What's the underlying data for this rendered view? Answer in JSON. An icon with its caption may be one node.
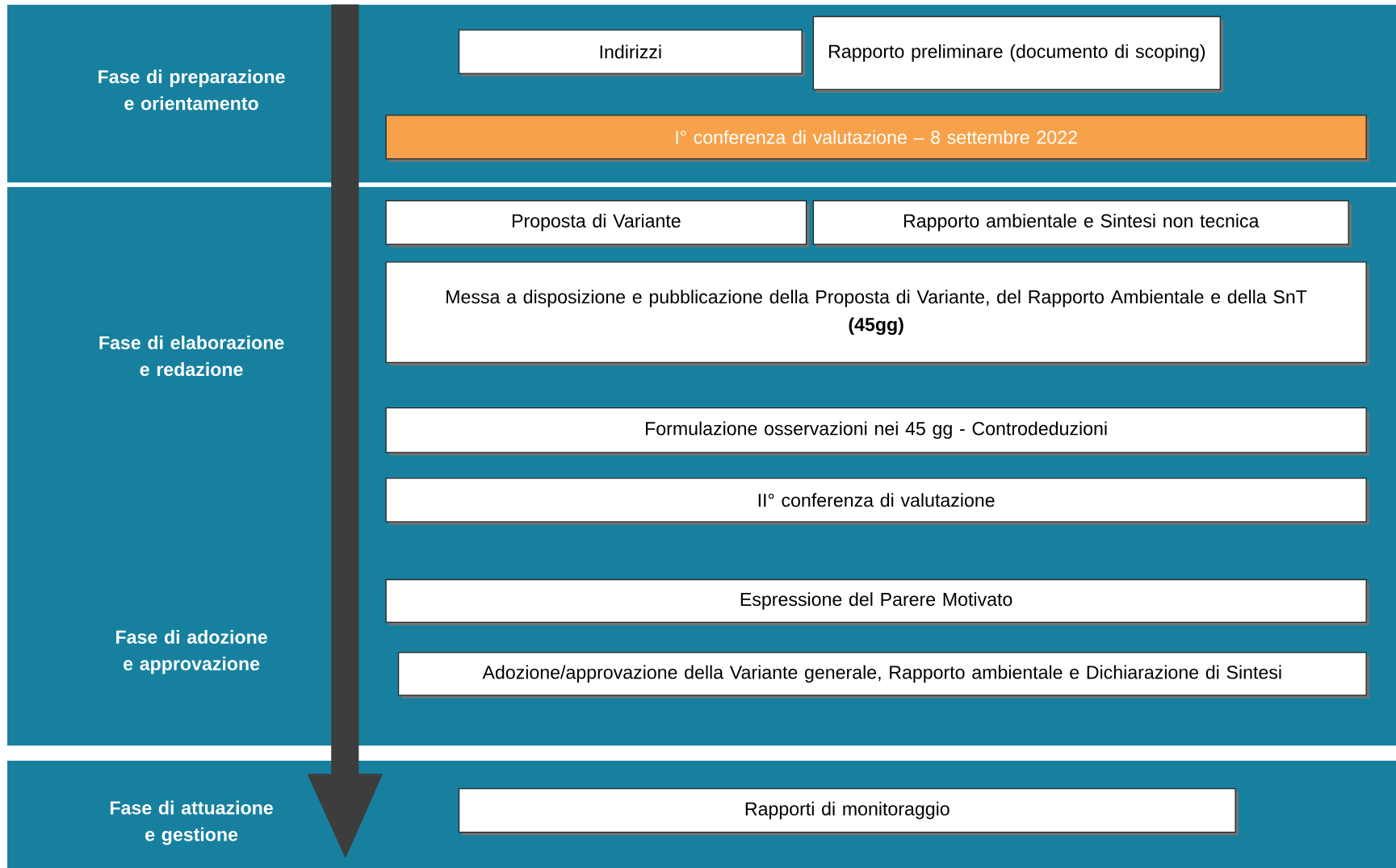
{
  "diagram": {
    "nodes": [
      {
        "text": [
          "Fase di preparazione e orientamento"
        ]
      },
      {
        "text": [
          "Indirizzi"
        ],
        "in": 0
      },
      {
        "text": [
          "Rapporto preliminare (documento di scoping)"
        ],
        "in": 0
      },
      {
        "text": [
          "I° conferenza di valutazione – 8 settembre 2022"
        ],
        "in": 0
      },
      {
        "text": [
          "Fase di elaborazione e redazione",
          "Fase di adozione e approvazione"
        ]
      },
      {
        "text": [
          "Proposta di Variante"
        ],
        "in": 4
      },
      {
        "text": [
          "Rapporto ambientale e Sintesi non tecnica"
        ],
        "in": 4
      },
      {
        "text": [
          "Messa a disposizione e pubblicazione della Proposta di Variante, del Rapporto Ambientale e della SnT",
          "(45gg)"
        ],
        "in": 4
      },
      {
        "text": [
          "Formulazione osservazioni nei 45 gg - Controdeduzioni"
        ],
        "in": 4
      },
      {
        "text": [
          "II° conferenza di valutazione"
        ],
        "in": 4
      },
      {
        "text": [
          "Espressione del Parere Motivato"
        ],
        "in": 4
      },
      {
        "text": [
          "Adozione/approvazione della Variante generale, Rapporto ambientale e Dichiarazione di Sintesi"
        ],
        "in": 4
      },
      {
        "text": [
          "Fase di attuazione e gestione"
        ]
      },
      {
        "text": [
          "Rapporti di monitoraggio"
        ],
        "in": 12
      }
    ]
  }
}
